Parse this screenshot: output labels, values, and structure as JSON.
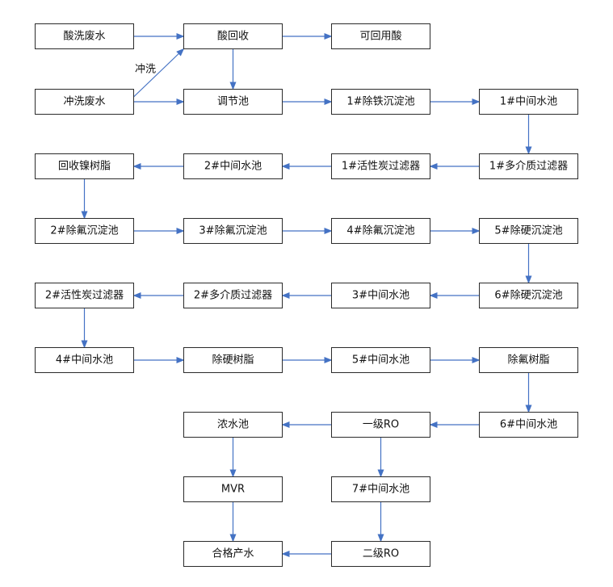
{
  "nodes": [
    {
      "id": "acid_wash_wastewater",
      "label": "酸洗废水"
    },
    {
      "id": "acid_recovery",
      "label": "酸回收"
    },
    {
      "id": "recyclable_acid",
      "label": "可回用酸"
    },
    {
      "id": "rinse_wastewater",
      "label": "冲洗废水"
    },
    {
      "id": "equalization_tank",
      "label": "调节池"
    },
    {
      "id": "iron_removal_settling_1",
      "label": "1#除铁沉淀池"
    },
    {
      "id": "intermediate_tank_1",
      "label": "1#中间水池"
    },
    {
      "id": "nickel_recovery_resin",
      "label": "回收镍树脂"
    },
    {
      "id": "intermediate_tank_2",
      "label": "2#中间水池"
    },
    {
      "id": "activated_carbon_filter_1",
      "label": "1#活性炭过滤器"
    },
    {
      "id": "multimedia_filter_1",
      "label": "1#多介质过滤器"
    },
    {
      "id": "fluoride_removal_settling_2",
      "label": "2#除氟沉淀池"
    },
    {
      "id": "fluoride_removal_settling_3",
      "label": "3#除氟沉淀池"
    },
    {
      "id": "fluoride_removal_settling_4",
      "label": "4#除氟沉淀池"
    },
    {
      "id": "hardness_removal_settling_5",
      "label": "5#除硬沉淀池"
    },
    {
      "id": "activated_carbon_filter_2",
      "label": "2#活性炭过滤器"
    },
    {
      "id": "multimedia_filter_2",
      "label": "2#多介质过滤器"
    },
    {
      "id": "intermediate_tank_3",
      "label": "3#中间水池"
    },
    {
      "id": "hardness_removal_settling_6",
      "label": "6#除硬沉淀池"
    },
    {
      "id": "intermediate_tank_4",
      "label": "4#中间水池"
    },
    {
      "id": "hardness_removal_resin",
      "label": "除硬树脂"
    },
    {
      "id": "intermediate_tank_5",
      "label": "5#中间水池"
    },
    {
      "id": "fluoride_removal_resin",
      "label": "除氟树脂"
    },
    {
      "id": "concentrate_tank",
      "label": "浓水池"
    },
    {
      "id": "ro_stage_1",
      "label": "一级RO"
    },
    {
      "id": "intermediate_tank_6",
      "label": "6#中间水池"
    },
    {
      "id": "mvr",
      "label": "MVR"
    },
    {
      "id": "intermediate_tank_7",
      "label": "7#中间水池"
    },
    {
      "id": "qualified_water",
      "label": "合格产水"
    },
    {
      "id": "ro_stage_2",
      "label": "二级RO"
    }
  ],
  "edges": [
    {
      "from": "acid_wash_wastewater",
      "to": "acid_recovery"
    },
    {
      "from": "acid_recovery",
      "to": "recyclable_acid"
    },
    {
      "from": "rinse_wastewater",
      "to": "acid_recovery",
      "label": "冲洗"
    },
    {
      "from": "acid_recovery",
      "to": "equalization_tank"
    },
    {
      "from": "rinse_wastewater",
      "to": "equalization_tank"
    },
    {
      "from": "equalization_tank",
      "to": "iron_removal_settling_1"
    },
    {
      "from": "iron_removal_settling_1",
      "to": "intermediate_tank_1"
    },
    {
      "from": "intermediate_tank_1",
      "to": "multimedia_filter_1"
    },
    {
      "from": "multimedia_filter_1",
      "to": "activated_carbon_filter_1"
    },
    {
      "from": "activated_carbon_filter_1",
      "to": "intermediate_tank_2"
    },
    {
      "from": "intermediate_tank_2",
      "to": "nickel_recovery_resin"
    },
    {
      "from": "nickel_recovery_resin",
      "to": "fluoride_removal_settling_2"
    },
    {
      "from": "fluoride_removal_settling_2",
      "to": "fluoride_removal_settling_3"
    },
    {
      "from": "fluoride_removal_settling_3",
      "to": "fluoride_removal_settling_4"
    },
    {
      "from": "fluoride_removal_settling_4",
      "to": "hardness_removal_settling_5"
    },
    {
      "from": "hardness_removal_settling_5",
      "to": "hardness_removal_settling_6"
    },
    {
      "from": "hardness_removal_settling_6",
      "to": "intermediate_tank_3"
    },
    {
      "from": "intermediate_tank_3",
      "to": "multimedia_filter_2"
    },
    {
      "from": "multimedia_filter_2",
      "to": "activated_carbon_filter_2"
    },
    {
      "from": "activated_carbon_filter_2",
      "to": "intermediate_tank_4"
    },
    {
      "from": "intermediate_tank_4",
      "to": "hardness_removal_resin"
    },
    {
      "from": "hardness_removal_resin",
      "to": "intermediate_tank_5"
    },
    {
      "from": "intermediate_tank_5",
      "to": "fluoride_removal_resin"
    },
    {
      "from": "fluoride_removal_resin",
      "to": "intermediate_tank_6"
    },
    {
      "from": "intermediate_tank_6",
      "to": "ro_stage_1"
    },
    {
      "from": "ro_stage_1",
      "to": "concentrate_tank"
    },
    {
      "from": "ro_stage_1",
      "to": "intermediate_tank_7"
    },
    {
      "from": "concentrate_tank",
      "to": "mvr"
    },
    {
      "from": "intermediate_tank_7",
      "to": "ro_stage_2"
    },
    {
      "from": "mvr",
      "to": "qualified_water"
    },
    {
      "from": "ro_stage_2",
      "to": "qualified_water"
    }
  ],
  "colors": {
    "arrow": "#4472c4",
    "box_border": "#2b2b2b",
    "text": "#111111"
  }
}
